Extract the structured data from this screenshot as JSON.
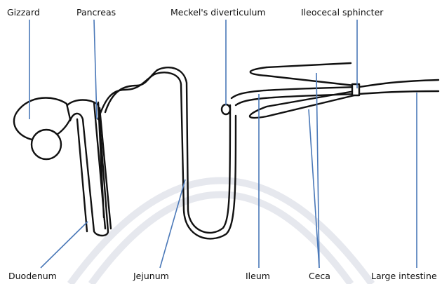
{
  "diagram": {
    "labels": {
      "gizzard": "Gizzard",
      "pancreas": "Pancreas",
      "meckels": "Meckel's diverticulum",
      "ileocecal": "Ileocecal sphincter",
      "duodenum": "Duodenum",
      "jejunum": "Jejunum",
      "ileum": "Ileum",
      "ceca": "Ceca",
      "large_intestine": "Large intestine"
    },
    "colors": {
      "outline": "#111111",
      "leader": "#4a78b8",
      "background": "#ffffff"
    }
  }
}
